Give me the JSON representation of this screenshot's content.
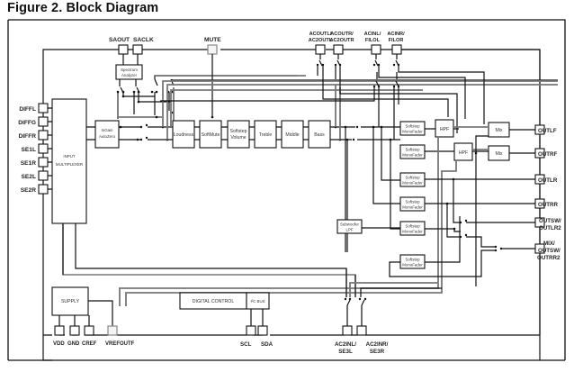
{
  "figure": {
    "title": "Figure 2. Block Diagram"
  },
  "pins": {
    "left": [
      "DIFFL",
      "DIFFG",
      "DIFFR",
      "SE1L",
      "SE1R",
      "SE2L",
      "SE2R"
    ],
    "top_sa": [
      "SAOUT",
      "SACLK"
    ],
    "top_mute": "MUTE",
    "top_right": [
      {
        "line1": "ACOUTL/",
        "line2": "AC2OUTL"
      },
      {
        "line1": "ACOUTR/",
        "line2": "AC2OUTR"
      },
      {
        "line1": "ACINL/",
        "line2": "FILOL"
      },
      {
        "line1": "ACINR/",
        "line2": "FILOR"
      }
    ],
    "right": [
      {
        "line1": "OUTLF",
        "line2": "",
        "line3": ""
      },
      {
        "line1": "OUTRF",
        "line2": "",
        "line3": ""
      },
      {
        "line1": "OUTLR",
        "line2": "",
        "line3": ""
      },
      {
        "line1": "OUTRR",
        "line2": "",
        "line3": ""
      },
      {
        "line1": "OUTSW/",
        "line2": "OUTLR2",
        "line3": ""
      },
      {
        "line1": "MIX/",
        "line2": "OUTSW/",
        "line3": "OUTRR2"
      }
    ],
    "bottom_supply": [
      "VDD",
      "GND",
      "CREF",
      "VREFOUTF"
    ],
    "bottom_bus": [
      "SCL",
      "SDA"
    ],
    "bottom_ac2": [
      {
        "line1": "AC2INL/",
        "line2": "SE3L"
      },
      {
        "line1": "AC2INR/",
        "line2": "SE3R"
      }
    ]
  },
  "blocks": {
    "input_mux": {
      "line1": "INPUT",
      "line2": "MULTIPLEXER"
    },
    "ingain": {
      "line1": "InGain",
      "line2": "AutoZero"
    },
    "spectrum": {
      "line1": "Spectrum",
      "line2": "Analyzer"
    },
    "chain": [
      {
        "line1": "Loudness",
        "line2": ""
      },
      {
        "line1": "SoftMute",
        "line2": ""
      },
      {
        "line1": "Softstep",
        "line2": "Volume"
      },
      {
        "line1": "Treble",
        "line2": ""
      },
      {
        "line1": "Middle",
        "line2": ""
      },
      {
        "line1": "Bass",
        "line2": ""
      }
    ],
    "faders": [
      {
        "line1": "Softstep",
        "line2": "MonoFader"
      },
      {
        "line1": "Softstep",
        "line2": "MonoFader"
      },
      {
        "line1": "Softstep",
        "line2": "MonoFader"
      },
      {
        "line1": "Softstep",
        "line2": "MonoFader"
      },
      {
        "line1": "Softstep",
        "line2": "MonoFader"
      },
      {
        "line1": "Softstep",
        "line2": "MonoFader"
      }
    ],
    "hpf": [
      "HPF",
      "HPF"
    ],
    "mix": [
      "Mix",
      "Mix"
    ],
    "subwoofer": {
      "line1": "Subwoofer",
      "line2": "LPF"
    },
    "supply": "SUPPLY",
    "digital_control": "DIGITAL CONTROL",
    "i2c_bus": "I²C BUS"
  }
}
